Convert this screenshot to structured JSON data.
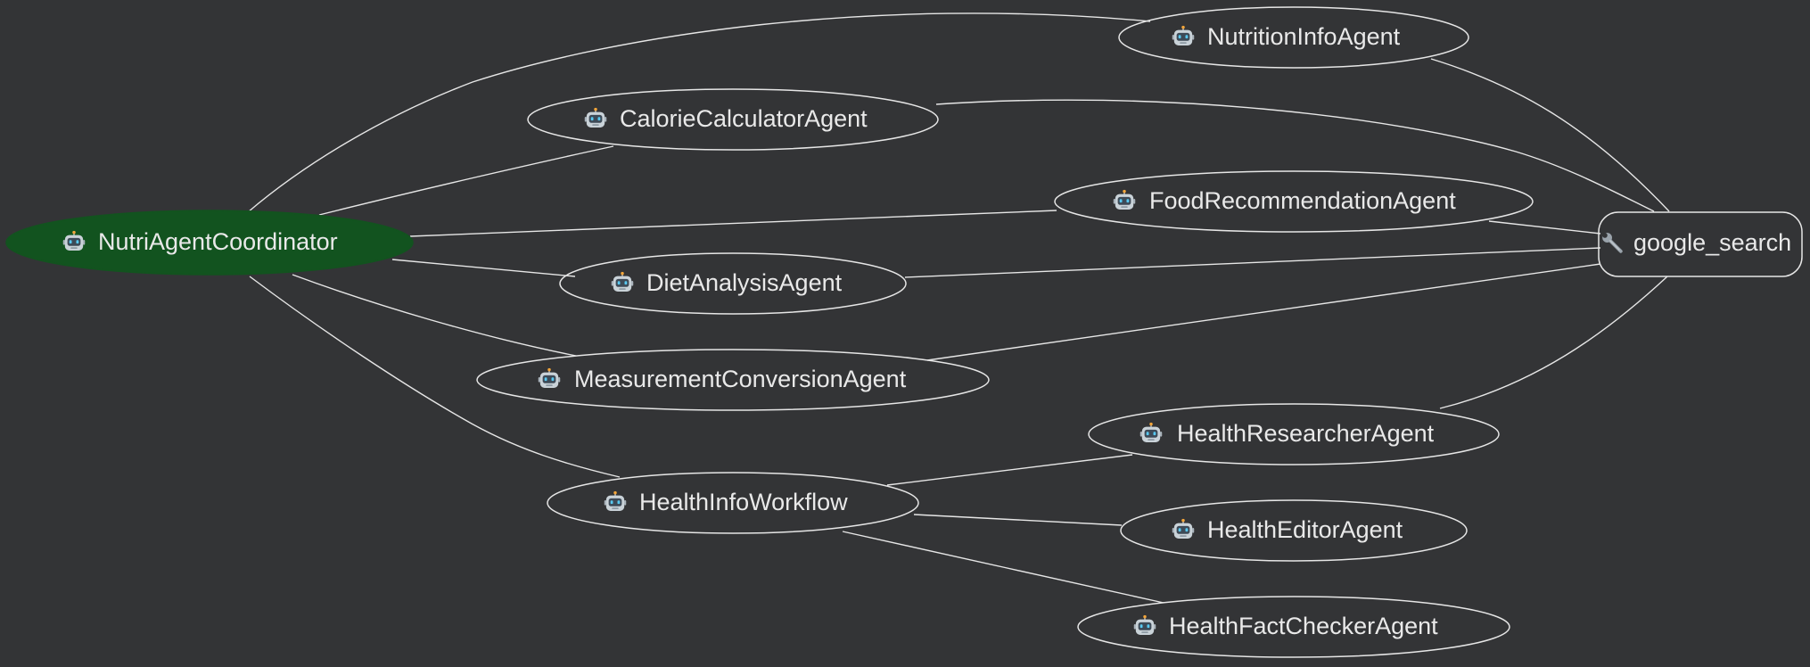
{
  "graph": {
    "nodes": [
      {
        "id": "coordinator",
        "label": "NutriAgentCoordinator",
        "icon": "robot-icon",
        "shape": "ellipse",
        "highlighted": true
      },
      {
        "id": "nutrition_info",
        "label": "NutritionInfoAgent",
        "icon": "robot-icon",
        "shape": "ellipse"
      },
      {
        "id": "calorie_calc",
        "label": "CalorieCalculatorAgent",
        "icon": "robot-icon",
        "shape": "ellipse"
      },
      {
        "id": "food_rec",
        "label": "FoodRecommendationAgent",
        "icon": "robot-icon",
        "shape": "ellipse"
      },
      {
        "id": "diet_analysis",
        "label": "DietAnalysisAgent",
        "icon": "robot-icon",
        "shape": "ellipse"
      },
      {
        "id": "measurement",
        "label": "MeasurementConversionAgent",
        "icon": "robot-icon",
        "shape": "ellipse"
      },
      {
        "id": "health_workflow",
        "label": "HealthInfoWorkflow",
        "icon": "robot-icon",
        "shape": "ellipse"
      },
      {
        "id": "health_researcher",
        "label": "HealthResearcherAgent",
        "icon": "robot-icon",
        "shape": "ellipse"
      },
      {
        "id": "health_editor",
        "label": "HealthEditorAgent",
        "icon": "robot-icon",
        "shape": "ellipse"
      },
      {
        "id": "health_factchecker",
        "label": "HealthFactCheckerAgent",
        "icon": "robot-icon",
        "shape": "ellipse"
      },
      {
        "id": "google_search",
        "label": "google_search",
        "icon": "wrench-icon",
        "shape": "rounded-rect"
      }
    ],
    "edges": [
      {
        "from": "coordinator",
        "to": "nutrition_info"
      },
      {
        "from": "coordinator",
        "to": "calorie_calc"
      },
      {
        "from": "coordinator",
        "to": "food_rec"
      },
      {
        "from": "coordinator",
        "to": "diet_analysis"
      },
      {
        "from": "coordinator",
        "to": "measurement"
      },
      {
        "from": "coordinator",
        "to": "health_workflow"
      },
      {
        "from": "nutrition_info",
        "to": "google_search"
      },
      {
        "from": "calorie_calc",
        "to": "google_search"
      },
      {
        "from": "food_rec",
        "to": "google_search"
      },
      {
        "from": "diet_analysis",
        "to": "google_search"
      },
      {
        "from": "measurement",
        "to": "google_search"
      },
      {
        "from": "health_workflow",
        "to": "health_researcher"
      },
      {
        "from": "health_workflow",
        "to": "health_editor"
      },
      {
        "from": "health_workflow",
        "to": "health_factchecker"
      },
      {
        "from": "health_researcher",
        "to": "google_search"
      }
    ],
    "colors": {
      "background": "#333436",
      "stroke": "#e6e6e6",
      "text": "#e9e9e9",
      "highlight_fill": "#12531f"
    }
  }
}
